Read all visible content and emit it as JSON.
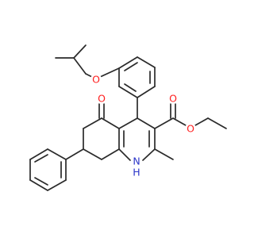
{
  "molecule": {
    "atom_colors": {
      "O": "#ff1f1f",
      "N": "#2b35c8",
      "bond": "#2a2a2a"
    },
    "labels": {
      "ether_oxygen": "O",
      "ketone_oxygen": "O",
      "carbonyl_oxygen": "O",
      "ester_oxygen": "O",
      "ring_nitrogen": "N",
      "ring_nitrogen_hydrogen": "H"
    }
  }
}
